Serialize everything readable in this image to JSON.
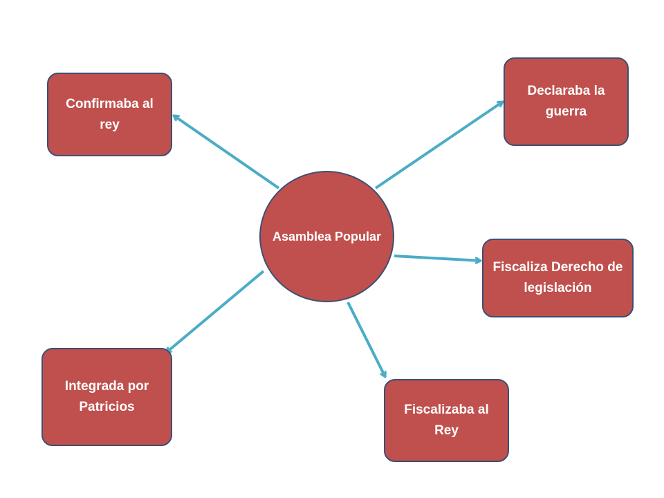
{
  "colors": {
    "node_fill": "#c0504d",
    "node_border": "#3c4f73",
    "arrow": "#4bacc6",
    "text": "#ffffff"
  },
  "center": {
    "label": "Asamblea Popular"
  },
  "nodes": [
    {
      "id": "confirmaba",
      "label": "Confirmaba al rey"
    },
    {
      "id": "declaraba",
      "label": "Declaraba la guerra"
    },
    {
      "id": "fiscaliza-derecho",
      "label": "Fiscaliza Derecho de legislación"
    },
    {
      "id": "fiscalizaba-rey",
      "label": "Fiscalizaba al Rey"
    },
    {
      "id": "integrada",
      "label": "Integrada por Patricios"
    }
  ]
}
